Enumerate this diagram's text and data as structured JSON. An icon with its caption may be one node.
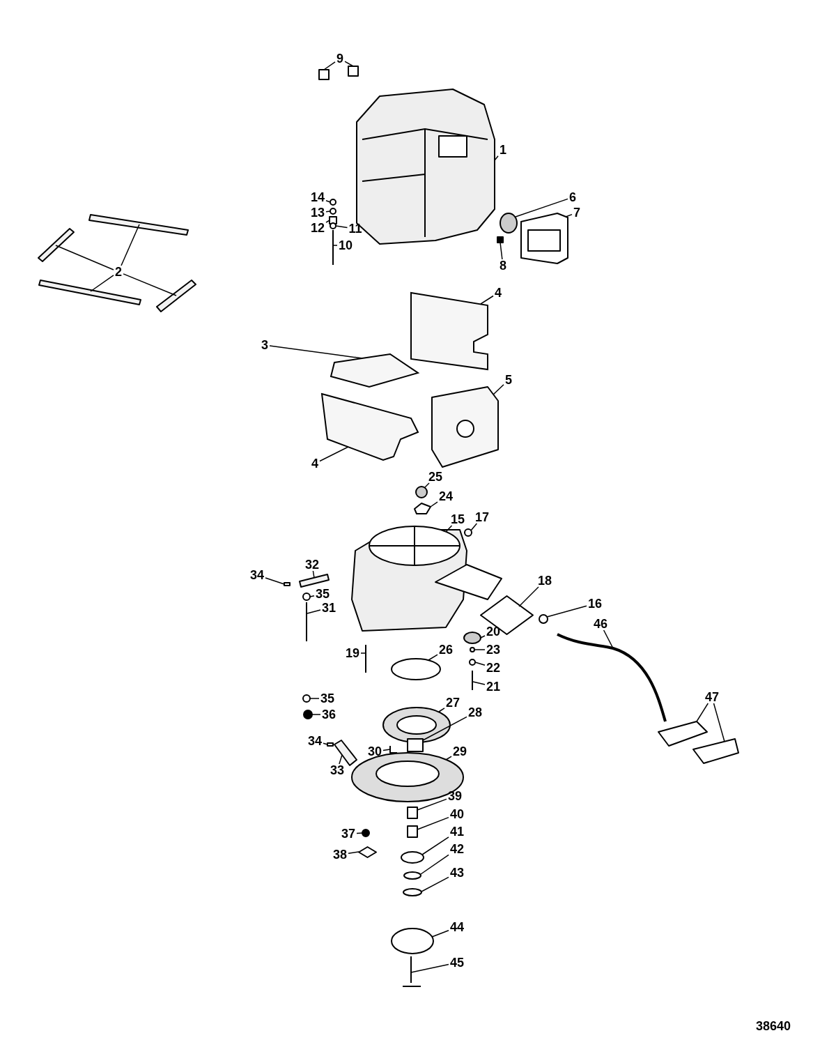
{
  "diagram": {
    "nodes": [
      {
        "text": [
          "9"
        ]
      },
      {
        "text": [
          "1"
        ]
      },
      {
        "text": [
          "6"
        ]
      },
      {
        "text": [
          "7"
        ]
      },
      {
        "text": [
          "14"
        ]
      },
      {
        "text": [
          "13"
        ]
      },
      {
        "text": [
          "12"
        ]
      },
      {
        "text": [
          "11"
        ]
      },
      {
        "text": [
          "10"
        ]
      },
      {
        "text": [
          "8"
        ]
      },
      {
        "text": [
          "2"
        ]
      },
      {
        "text": [
          "4"
        ]
      },
      {
        "text": [
          "3"
        ]
      },
      {
        "text": [
          "5"
        ]
      },
      {
        "text": [
          "4"
        ]
      },
      {
        "text": [
          "25"
        ]
      },
      {
        "text": [
          "24"
        ]
      },
      {
        "text": [
          "15"
        ]
      },
      {
        "text": [
          "17"
        ]
      },
      {
        "text": [
          "32"
        ]
      },
      {
        "text": [
          "34"
        ]
      },
      {
        "text": [
          "35"
        ]
      },
      {
        "text": [
          "18"
        ]
      },
      {
        "text": [
          "16"
        ]
      },
      {
        "text": [
          "31"
        ]
      },
      {
        "text": [
          "46"
        ]
      },
      {
        "text": [
          "20"
        ]
      },
      {
        "text": [
          "23"
        ]
      },
      {
        "text": [
          "19"
        ]
      },
      {
        "text": [
          "26"
        ]
      },
      {
        "text": [
          "22"
        ]
      },
      {
        "text": [
          "21"
        ]
      },
      {
        "text": [
          "47"
        ]
      },
      {
        "text": [
          "35"
        ]
      },
      {
        "text": [
          "36"
        ]
      },
      {
        "text": [
          "28"
        ]
      },
      {
        "text": [
          "27"
        ]
      },
      {
        "text": [
          "34"
        ]
      },
      {
        "text": [
          "30"
        ]
      },
      {
        "text": [
          "29"
        ]
      },
      {
        "text": [
          "33"
        ]
      },
      {
        "text": [
          "39"
        ]
      },
      {
        "text": [
          "40"
        ]
      },
      {
        "text": [
          "37"
        ]
      },
      {
        "text": [
          "41"
        ]
      },
      {
        "text": [
          "38"
        ]
      },
      {
        "text": [
          "42"
        ]
      },
      {
        "text": [
          "43"
        ]
      },
      {
        "text": [
          "44"
        ]
      },
      {
        "text": [
          "45"
        ]
      },
      {
        "text": [],
        "shape": "box"
      },
      {
        "text": [],
        "shape": "box"
      },
      {
        "text": [],
        "shape": "picture"
      },
      {
        "text": [],
        "shape": "circle"
      },
      {
        "text": [],
        "shape": "circle"
      },
      {
        "text": [],
        "shape": "box"
      },
      {
        "text": [],
        "shape": "circle"
      },
      {
        "text": [],
        "shape": "picture"
      },
      {
        "text": [],
        "shape": "circle"
      },
      {
        "text": [],
        "shape": "picture"
      },
      {
        "text": [],
        "shape": "box"
      },
      {
        "text": [],
        "shape": "bar"
      },
      {
        "text": [],
        "shape": "bar"
      },
      {
        "text": [],
        "shape": "bar"
      },
      {
        "text": [],
        "shape": "bar"
      },
      {
        "text": [],
        "shape": "box"
      },
      {
        "text": [],
        "shape": "box"
      },
      {
        "text": [],
        "shape": "picture"
      },
      {
        "text": [],
        "shape": "box"
      },
      {
        "text": [],
        "shape": "circle"
      },
      {
        "text": [],
        "shape": "picture"
      },
      {
        "text": [],
        "shape": "picture"
      },
      {
        "text": [],
        "shape": "circle"
      },
      {
        "text": [],
        "shape": "bar"
      },
      {
        "text": [],
        "shape": "box"
      },
      {
        "text": [],
        "shape": "circle"
      },
      {
        "text": [],
        "shape": "picture"
      },
      {
        "text": [],
        "shape": "diamond"
      },
      {
        "text": [],
        "shape": "circle"
      },
      {
        "text": [],
        "shape": "picture"
      },
      {
        "text": [],
        "shape": "circle"
      },
      {
        "text": [],
        "shape": "circle"
      },
      {
        "text": [],
        "shape": "picture"
      },
      {
        "text": [],
        "shape": "circle"
      },
      {
        "text": [],
        "shape": "circle"
      },
      {
        "text": [],
        "shape": "picture"
      },
      {
        "text": [],
        "shape": "box"
      },
      {
        "text": [],
        "shape": "box"
      },
      {
        "text": [],
        "shape": "circle"
      },
      {
        "text": [],
        "shape": "circle"
      },
      {
        "text": [],
        "shape": "picture"
      },
      {
        "text": [],
        "shape": "box"
      },
      {
        "text": [],
        "shape": "box"
      },
      {
        "text": [],
        "shape": "picture"
      },
      {
        "text": [],
        "shape": "bar"
      },
      {
        "text": [],
        "shape": "picture"
      },
      {
        "text": [],
        "shape": "box"
      },
      {
        "text": [],
        "shape": "circle"
      },
      {
        "text": [],
        "shape": "box"
      },
      {
        "text": [],
        "shape": "diamond"
      },
      {
        "text": [],
        "shape": "circle"
      },
      {
        "text": [],
        "shape": "circle"
      },
      {
        "text": [],
        "shape": "circle"
      },
      {
        "text": [],
        "shape": "circle"
      },
      {
        "text": [],
        "shape": "picture"
      }
    ],
    "edges": [
      {
        "from": 0,
        "to": 50,
        "arrow": "none"
      },
      {
        "from": 0,
        "to": 51,
        "arrow": "none"
      },
      {
        "from": 1,
        "to": 52,
        "arrow": "none"
      },
      {
        "from": 2,
        "to": 58,
        "arrow": "none"
      },
      {
        "from": 3,
        "to": 59,
        "arrow": "none"
      },
      {
        "from": 4,
        "to": 53,
        "arrow": "none"
      },
      {
        "from": 5,
        "to": 54,
        "arrow": "none"
      },
      {
        "from": 6,
        "to": 55,
        "arrow": "none"
      },
      {
        "from": 7,
        "to": 56,
        "arrow": "none"
      },
      {
        "from": 8,
        "to": 57,
        "arrow": "none"
      },
      {
        "from": 9,
        "to": 60,
        "arrow": "none"
      },
      {
        "from": 10,
        "to": 61,
        "arrow": "none"
      },
      {
        "from": 10,
        "to": 62,
        "arrow": "none"
      },
      {
        "from": 10,
        "to": 63,
        "arrow": "none"
      },
      {
        "from": 10,
        "to": 64,
        "arrow": "none"
      },
      {
        "from": 11,
        "to": 65,
        "arrow": "none"
      },
      {
        "from": 12,
        "to": 66,
        "arrow": "none"
      },
      {
        "from": 13,
        "to": 67,
        "arrow": "none"
      },
      {
        "from": 14,
        "to": 68,
        "arrow": "none"
      },
      {
        "from": 15,
        "to": 69,
        "arrow": "none"
      },
      {
        "from": 16,
        "to": 70,
        "arrow": "none"
      },
      {
        "from": 17,
        "to": 71,
        "arrow": "none"
      },
      {
        "from": 18,
        "to": 72,
        "arrow": "none"
      },
      {
        "from": 19,
        "to": 73,
        "arrow": "none"
      },
      {
        "from": 20,
        "to": 74,
        "arrow": "none"
      },
      {
        "from": 21,
        "to": 75,
        "arrow": "none"
      },
      {
        "from": 22,
        "to": 77,
        "arrow": "none"
      },
      {
        "from": 23,
        "to": 78,
        "arrow": "none"
      },
      {
        "from": 24,
        "to": 76,
        "arrow": "none"
      },
      {
        "from": 25,
        "to": 79,
        "arrow": "none"
      },
      {
        "from": 26,
        "to": 80,
        "arrow": "none"
      },
      {
        "from": 27,
        "to": 81,
        "arrow": "none"
      },
      {
        "from": 28,
        "to": 82,
        "arrow": "none"
      },
      {
        "from": 29,
        "to": 84,
        "arrow": "none"
      },
      {
        "from": 30,
        "to": 83,
        "arrow": "none"
      },
      {
        "from": 31,
        "to": 85,
        "arrow": "none"
      },
      {
        "from": 32,
        "to": 86,
        "arrow": "none"
      },
      {
        "from": 32,
        "to": 87,
        "arrow": "none"
      },
      {
        "from": 33,
        "to": 88,
        "arrow": "none"
      },
      {
        "from": 34,
        "to": 89,
        "arrow": "none"
      },
      {
        "from": 35,
        "to": 92,
        "arrow": "none"
      },
      {
        "from": 36,
        "to": 90,
        "arrow": "none"
      },
      {
        "from": 37,
        "to": 91,
        "arrow": "none"
      },
      {
        "from": 38,
        "to": 93,
        "arrow": "none"
      },
      {
        "from": 39,
        "to": 95,
        "arrow": "none"
      },
      {
        "from": 40,
        "to": 94,
        "arrow": "none"
      },
      {
        "from": 41,
        "to": 96,
        "arrow": "none"
      },
      {
        "from": 42,
        "to": 98,
        "arrow": "none"
      },
      {
        "from": 43,
        "to": 97,
        "arrow": "none"
      },
      {
        "from": 44,
        "to": 100,
        "arrow": "none"
      },
      {
        "from": 45,
        "to": 99,
        "arrow": "none"
      },
      {
        "from": 46,
        "to": 101,
        "arrow": "none"
      },
      {
        "from": 47,
        "to": 102,
        "arrow": "none"
      },
      {
        "from": 48,
        "to": 103,
        "arrow": "none"
      },
      {
        "from": 49,
        "to": 104,
        "arrow": "none"
      }
    ],
    "labels": [
      "38640"
    ]
  }
}
